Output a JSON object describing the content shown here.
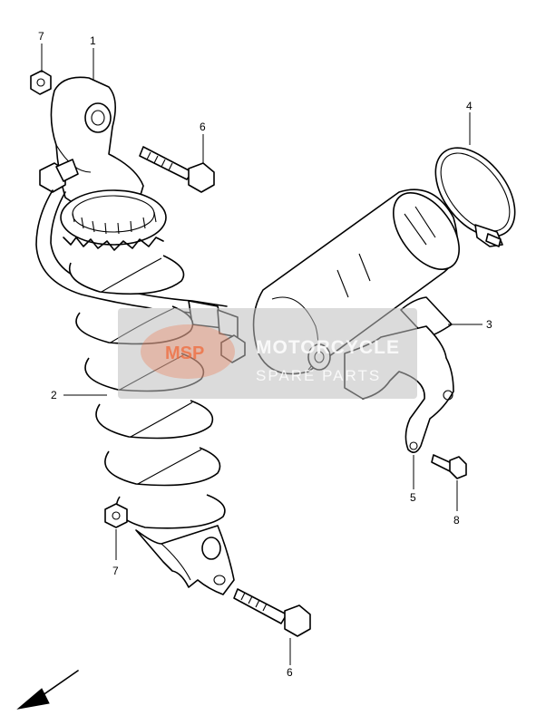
{
  "callouts": {
    "top_left_nut": "7",
    "shock_body": "1",
    "top_bolt": "6",
    "spring": "2",
    "hose_clamp": "4",
    "reservoir_cover": "3",
    "bracket": "5",
    "bracket_bolt": "8",
    "bottom_nut": "7",
    "bottom_bolt": "6"
  },
  "watermark": {
    "logo": "MSP",
    "line1": "MOTORCYCLE",
    "line2": "SPARE PARTS"
  }
}
